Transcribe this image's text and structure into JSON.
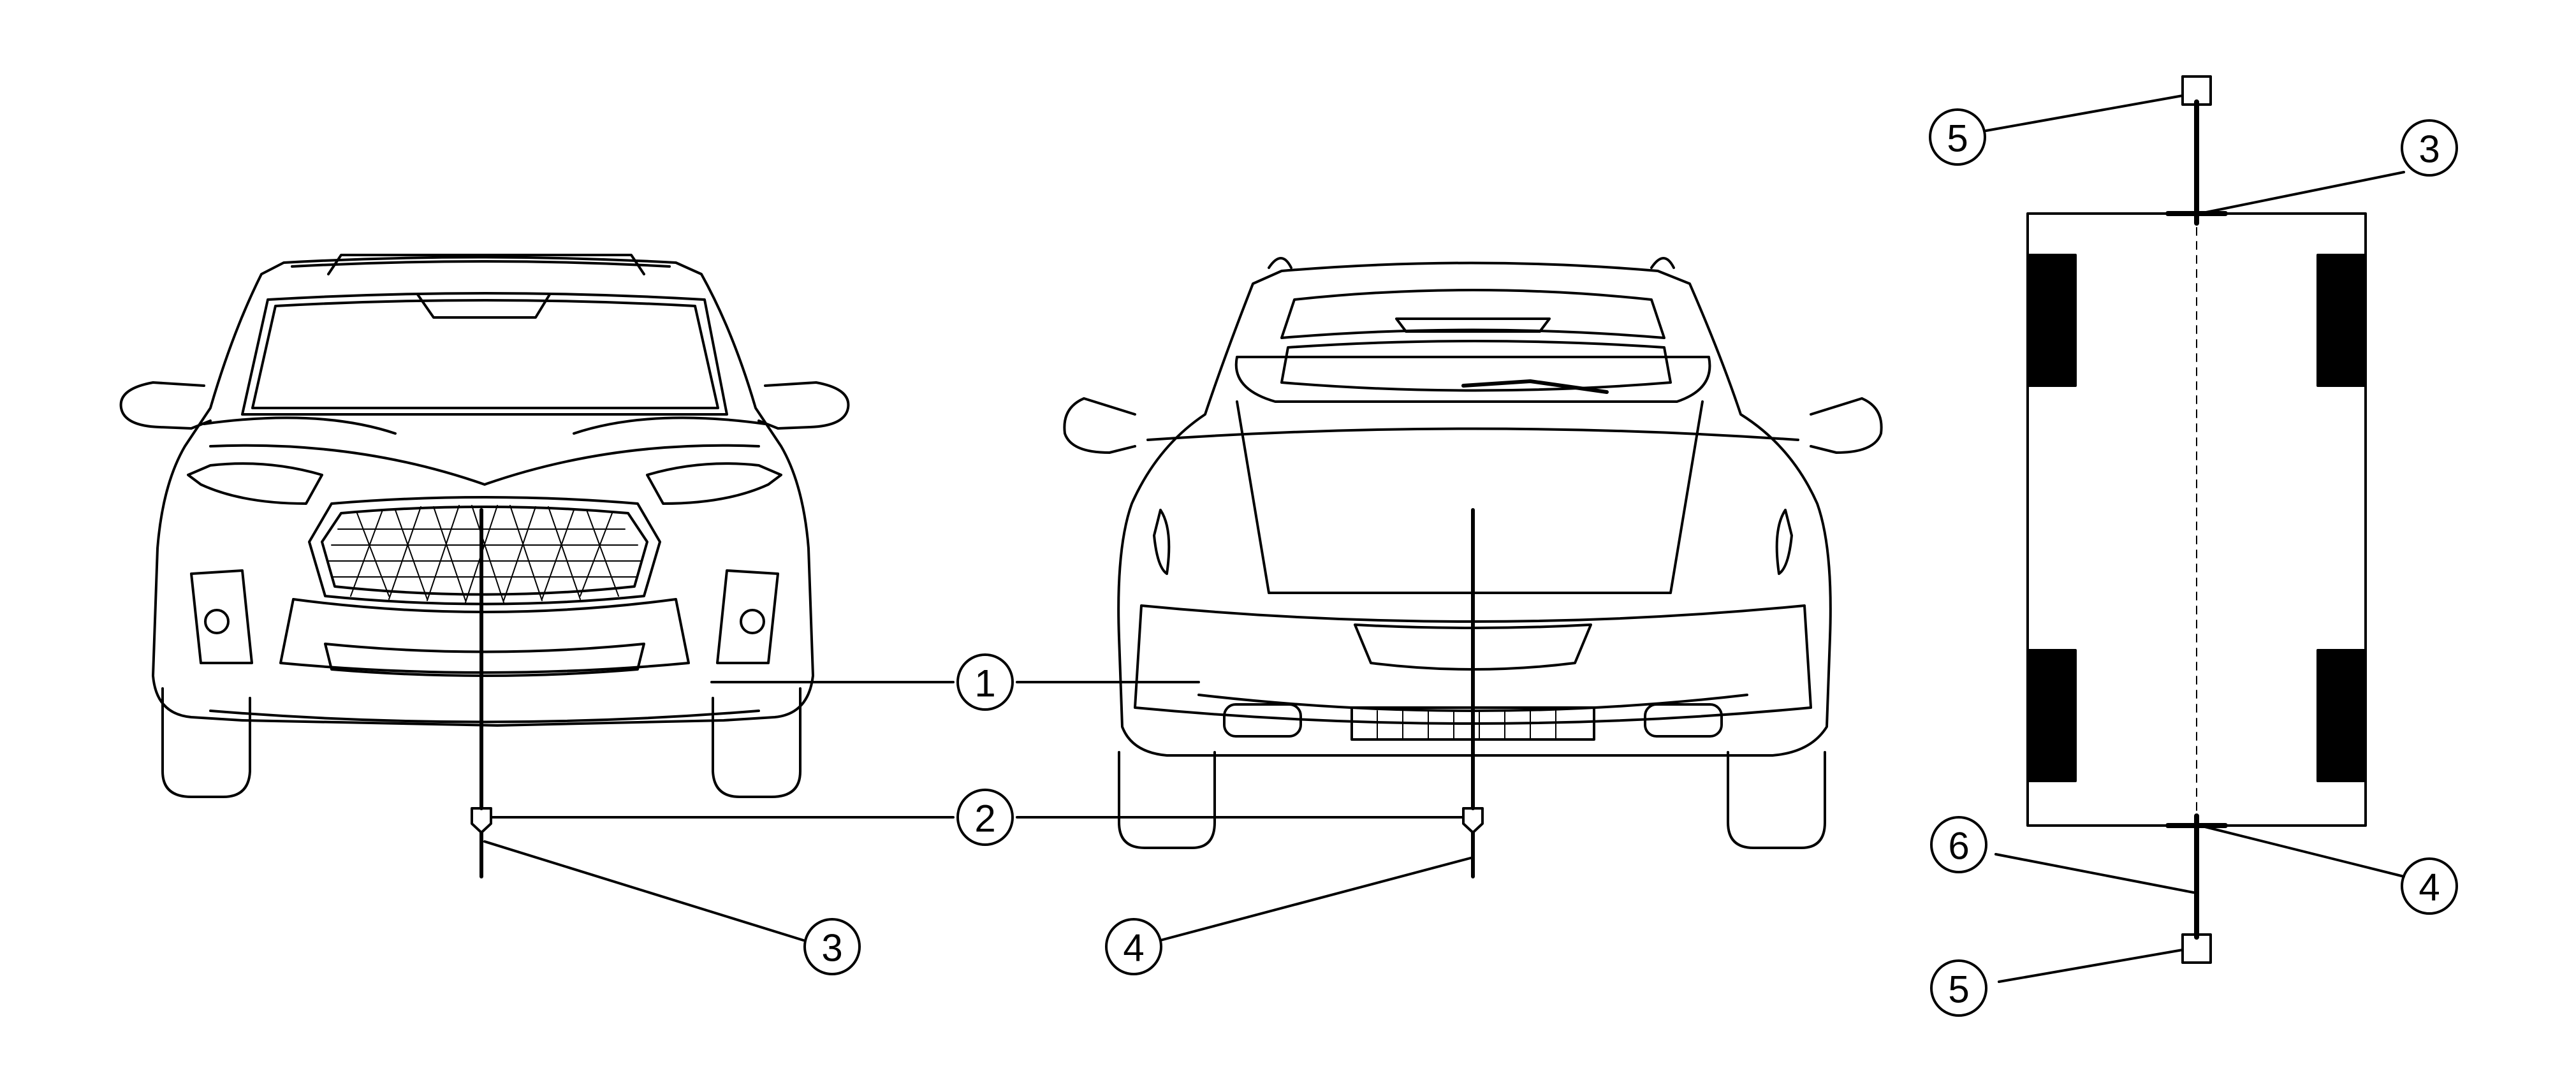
{
  "callouts": {
    "c1": "1",
    "c2": "2",
    "c3_front": "3",
    "c4_rear": "4",
    "c5_top": "5",
    "c3_top": "3",
    "c6": "6",
    "c5_bottom": "5",
    "c4_top": "4"
  },
  "colors": {
    "line": "#000000",
    "paper": "#ffffff"
  }
}
